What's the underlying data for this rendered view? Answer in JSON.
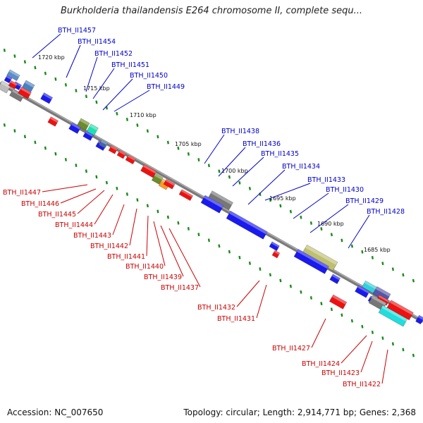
{
  "title": "Burkholderia thailandensis E264 chromosome II, complete sequ...",
  "footer": {
    "accession": "Accession: NC_007650",
    "summary": "Topology: circular; Length: 2,914,771 bp; Genes: 2,368"
  },
  "colors": {
    "forward_label": "#0000cc",
    "reverse_label": "#cc0000",
    "backbone": "#8a8a8a",
    "tick": "#1a8a1a"
  },
  "scale_labels": [
    "1720 kbp",
    "1715 kbp",
    "1710 kbp",
    "1705 kbp",
    "1700 kbp",
    "1695 kbp",
    "1690 kbp",
    "1685 kbp"
  ],
  "forward_genes": [
    "BTH_II1457",
    "BTH_II1454",
    "BTH_II1452",
    "BTH_II1451",
    "BTH_II1450",
    "BTH_II1449",
    "BTH_II1438",
    "BTH_II1436",
    "BTH_II1435",
    "BTH_II1434",
    "BTH_II1433",
    "BTH_II1430",
    "BTH_II1429",
    "BTH_II1428"
  ],
  "reverse_genes": [
    "BTH_II1447",
    "BTH_II1446",
    "BTH_II1445",
    "BTH_II1444",
    "BTH_II1443",
    "BTH_II1442",
    "BTH_II1441",
    "BTH_II1440",
    "BTH_II1439",
    "BTH_II1437",
    "BTH_II1432",
    "BTH_II1431",
    "BTH_II1427",
    "BTH_II1424",
    "BTH_II1423",
    "BTH_II1422"
  ]
}
